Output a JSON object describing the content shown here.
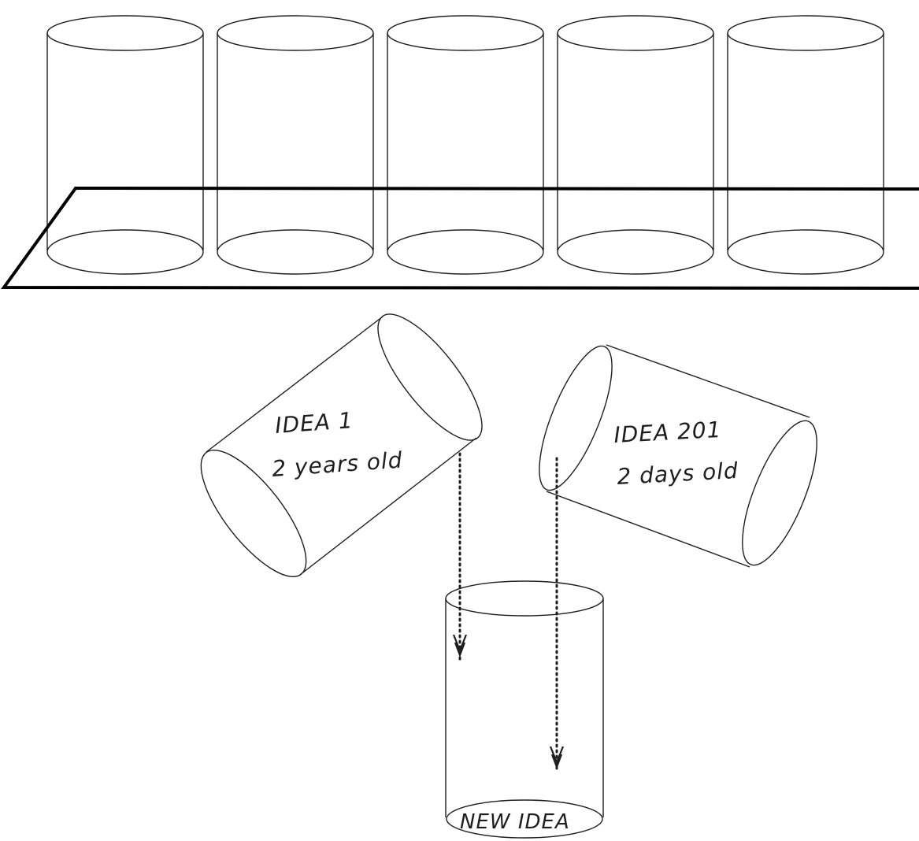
{
  "diagram": {
    "idea_old": {
      "title": "IDEA 1",
      "age": "2 years old"
    },
    "idea_new": {
      "title": "IDEA 201",
      "age": "2 days old"
    },
    "result": {
      "label": "NEW IDEA"
    },
    "shelf_cylinder_count": 5,
    "colors": {
      "stroke": "#1e1e1e",
      "shelf": "#000000",
      "background": "#ffffff"
    }
  }
}
